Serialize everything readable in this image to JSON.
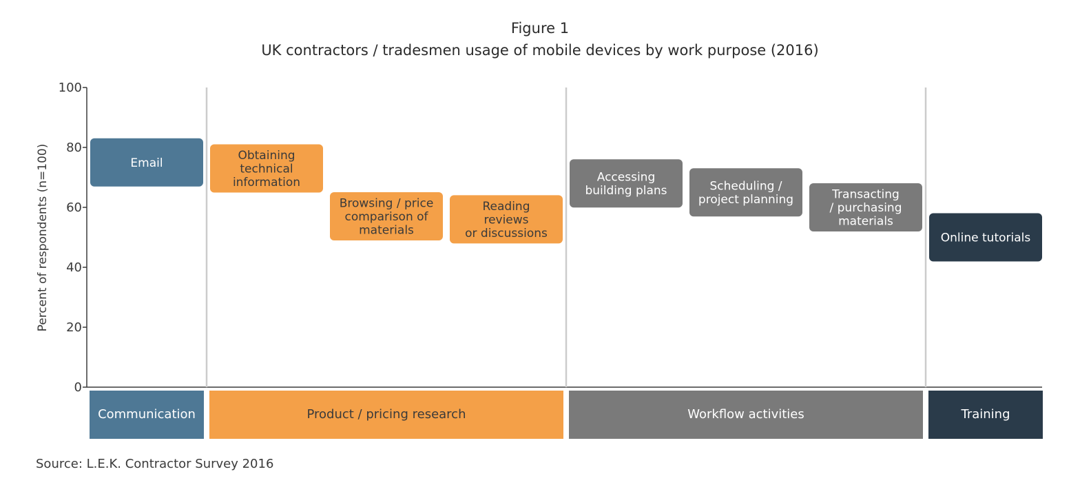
{
  "figure_label": "Figure 1",
  "source": "Source: L.E.K. Contractor Survey 2016",
  "colors": {
    "communication": "#4e7895",
    "research": "#f4a048",
    "workflow": "#7a7a7a",
    "training": "#2a3b4a",
    "axis": "#3a3a3a",
    "divider": "#cccccc"
  },
  "chart_data": {
    "type": "bar",
    "title": "UK contractors / tradesmen usage of mobile devices by work purpose (2016)",
    "ylabel": "Percent of respondents (n=100)",
    "ylim": [
      0,
      100
    ],
    "yticks": [
      0,
      20,
      40,
      60,
      80,
      100
    ],
    "grid": false,
    "groups": [
      {
        "name": "Communication",
        "color_key": "communication",
        "items": [
          {
            "label": [
              "Email"
            ],
            "value": 75
          }
        ]
      },
      {
        "name": "Product / pricing research",
        "color_key": "research",
        "items": [
          {
            "label": [
              "Obtaining",
              "technical",
              "information"
            ],
            "value": 73
          },
          {
            "label": [
              "Browsing / price",
              "comparison of",
              "materials"
            ],
            "value": 57
          },
          {
            "label": [
              "Reading",
              "reviews",
              "or discussions"
            ],
            "value": 56
          }
        ]
      },
      {
        "name": "Workflow activities",
        "color_key": "workflow",
        "items": [
          {
            "label": [
              "Accessing",
              "building plans"
            ],
            "value": 68
          },
          {
            "label": [
              "Scheduling /",
              "project planning"
            ],
            "value": 65
          },
          {
            "label": [
              "Transacting",
              "/ purchasing",
              "materials"
            ],
            "value": 60
          }
        ]
      },
      {
        "name": "Training",
        "color_key": "training",
        "items": [
          {
            "label": [
              "Online tutorials"
            ],
            "value": 50
          }
        ]
      }
    ]
  }
}
